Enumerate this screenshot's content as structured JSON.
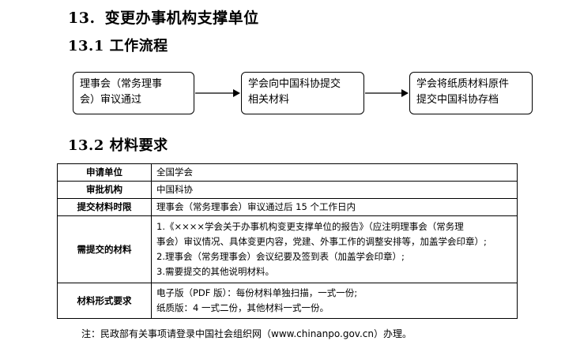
{
  "section": {
    "number": "13.",
    "title": "变更办事机构支撑单位"
  },
  "subsection1": "13.1 工作流程",
  "flow": [
    {
      "line1": "理事会（常务理事",
      "line2": "会）审议通过"
    },
    {
      "line1": "学会向中国科协提交",
      "line2": "相关材料"
    },
    {
      "line1": "学会将纸质材料原件",
      "line2": "提交中国科协存档"
    }
  ],
  "subsection2": "13.2 材料要求",
  "table": {
    "rows": [
      {
        "label": "申请单位",
        "lines": [
          "全国学会"
        ]
      },
      {
        "label": "审批机构",
        "lines": [
          "中国科协"
        ]
      },
      {
        "label": "提交材料时限",
        "lines": [
          "理事会（常务理事会）审议通过后 15 个工作日内"
        ]
      },
      {
        "label": "需提交的材料",
        "lines": [
          "1.《××××学会关于办事机构变更支撑单位的报告》（应注明理事会（常务理",
          "事会）审议情况、具体变更内容，党建、外事工作的调整安排等，加盖学会印章）;",
          "2.理事会（常务理事会）会议纪要及签到表（加盖学会印章）;",
          "3.需要提交的其他说明材料。"
        ]
      },
      {
        "label": "材料形式要求",
        "lines": [
          "电子版（PDF 版）：每份材料单独扫描，一式一份;",
          "纸质版：4 一式二份，其他材料一式一份。"
        ]
      }
    ]
  },
  "note": "注：民政部有关事项请登录中国社会组织网（www.chinanpo.gov.cn）办理。"
}
